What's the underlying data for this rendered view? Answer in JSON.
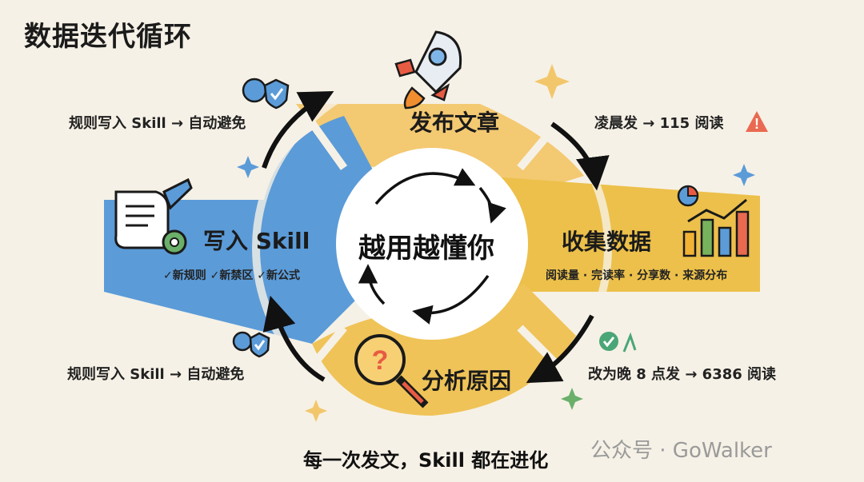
{
  "title": "数据迭代循环",
  "center": "越用越懂你",
  "stages": {
    "publish": "发布文章",
    "collect": "收集数据",
    "analyze": "分析原因",
    "write": "写入 Skill"
  },
  "collect_metrics": "阅读量 · 完读率 · 分享数 · 来源分布",
  "write_items": "✓新规则 ✓新禁区 ✓新公式",
  "notes": {
    "top_left": "规则写入 Skill → 自动避免",
    "top_right": "凌晨发 → 115 阅读",
    "bottom_left": "规则写入 Skill → 自动避免",
    "bottom_right": "改为晚 8 点发 → 6386 阅读"
  },
  "footer": "每一次发文，Skill 都在进化",
  "watermark": "公众号 · GoWalker",
  "colors": {
    "background": "#f6f1e6",
    "publish": "#f2c66b",
    "collect": "#edc04e",
    "analyze": "#efc357",
    "write": "#5b9bd8",
    "center": "#ffffff",
    "arrow": "#111111",
    "warning": "#e96a50",
    "success": "#3f9c6b"
  },
  "icons": {
    "publish": "rocket-icon",
    "collect": "chart-icon",
    "analyze": "magnifier-question-icon",
    "write": "document-gear-icon"
  }
}
